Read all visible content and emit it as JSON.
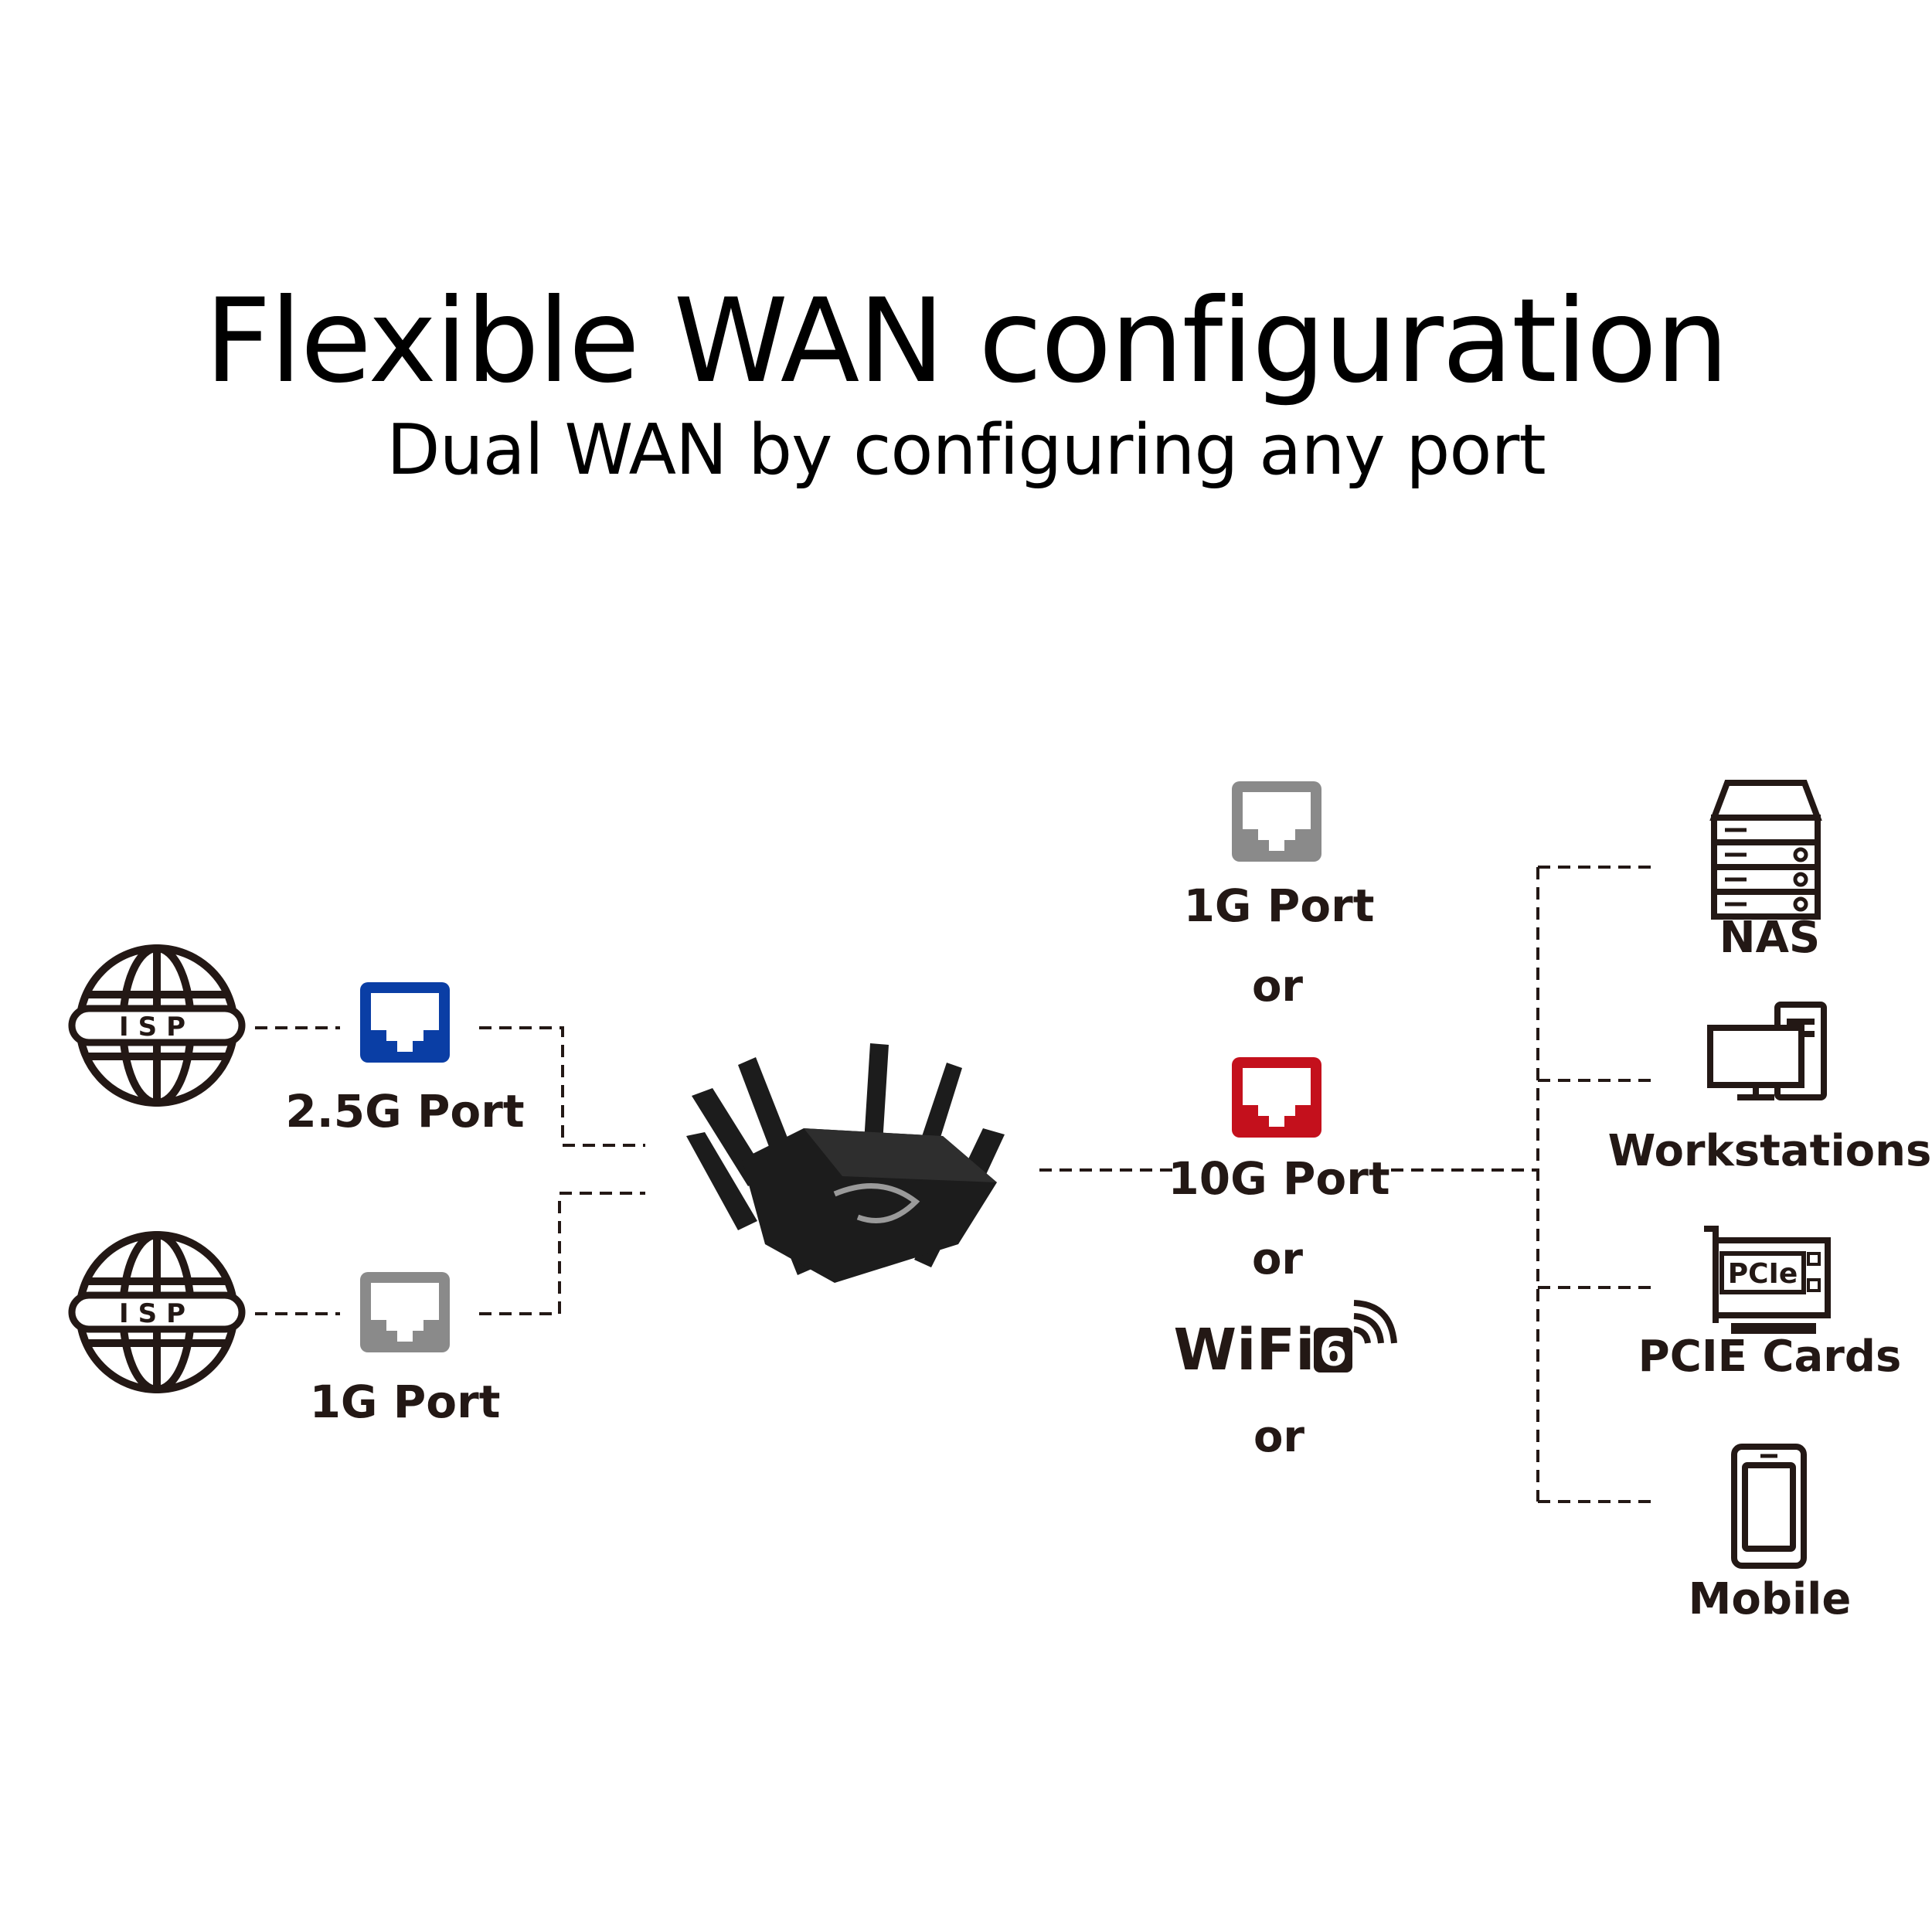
{
  "header": {
    "title": "Flexible WAN configuration",
    "subtitle": "Dual WAN by configuring any port"
  },
  "colors": {
    "ink": "#231815",
    "port_blue": "#0a3ea5",
    "port_red": "#c4101c",
    "port_grey": "#8a8a8a",
    "router": "#1c1c1c"
  },
  "wan": [
    {
      "icon": "globe-isp-icon",
      "badge": "ISP",
      "port_icon": "ethernet-port-blue-icon",
      "port_label": "2.5G Port"
    },
    {
      "icon": "globe-isp-icon",
      "badge": "ISP",
      "port_icon": "ethernet-port-grey-icon",
      "port_label": "1G Port"
    }
  ],
  "router": {
    "icon": "gaming-router-icon"
  },
  "lan_options": {
    "port_1g": "1G Port",
    "or_1": "or",
    "port_10g": "10G Port",
    "or_2": "or",
    "wifi": "WiFi",
    "wifi_badge": "6",
    "or_3": "or"
  },
  "devices": [
    {
      "icon": "nas-icon",
      "label": "NAS"
    },
    {
      "icon": "workstation-icon",
      "label": "Workstations"
    },
    {
      "icon": "pcie-card-icon",
      "label": "PCIE Cards",
      "badge": "PCIe"
    },
    {
      "icon": "mobile-phone-icon",
      "label": "Mobile"
    }
  ]
}
